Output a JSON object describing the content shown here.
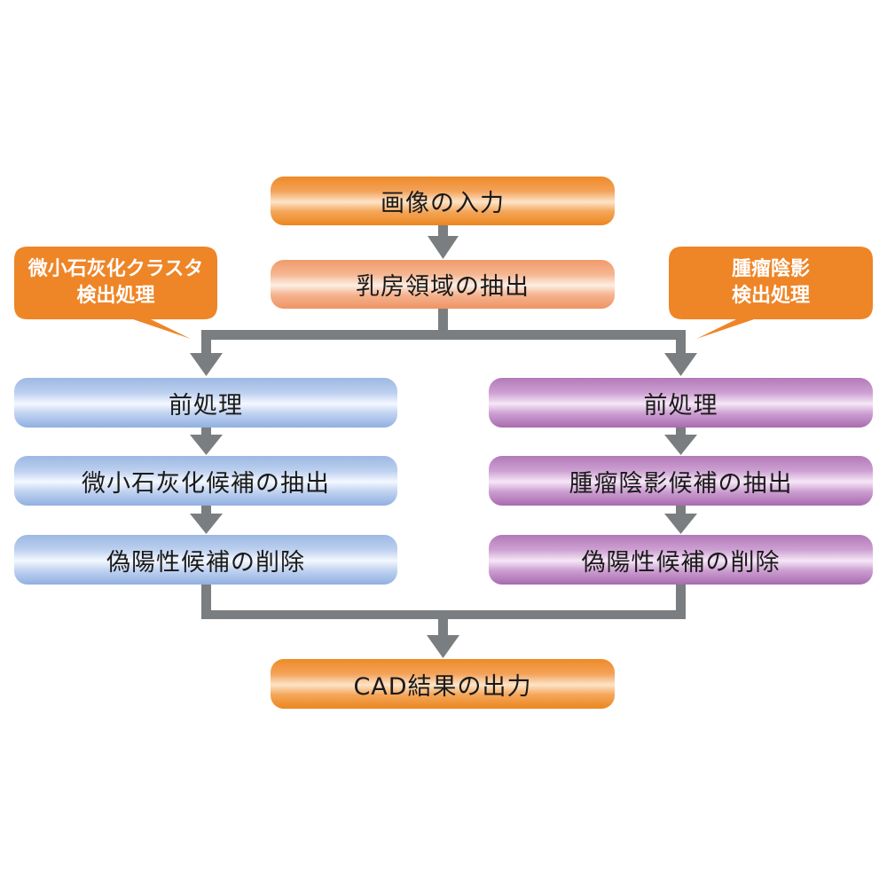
{
  "title": "CAD processing flowchart",
  "colors": {
    "arrow": "#7a7e80",
    "callout": "#ee8527",
    "io_box": "#ee8a28",
    "extract_box": "#f29a6c",
    "calcification_branch": "#9db8e3",
    "mass_branch": "#b27ab8",
    "callout_text": "#ffffff",
    "box_text": "#1a1a1a"
  },
  "top": {
    "input": "画像の入力",
    "extraction": "乳房領域の抽出"
  },
  "left_branch": {
    "callout": [
      "微小石灰化クラスタ",
      "検出処理"
    ],
    "steps": [
      "前処理",
      "微小石灰化候補の抽出",
      "偽陽性候補の削除"
    ]
  },
  "right_branch": {
    "callout": [
      "腫瘤陰影",
      "検出処理"
    ],
    "steps": [
      "前処理",
      "腫瘤陰影候補の抽出",
      "偽陽性候補の削除"
    ]
  },
  "bottom": {
    "output": "CAD結果の出力"
  }
}
